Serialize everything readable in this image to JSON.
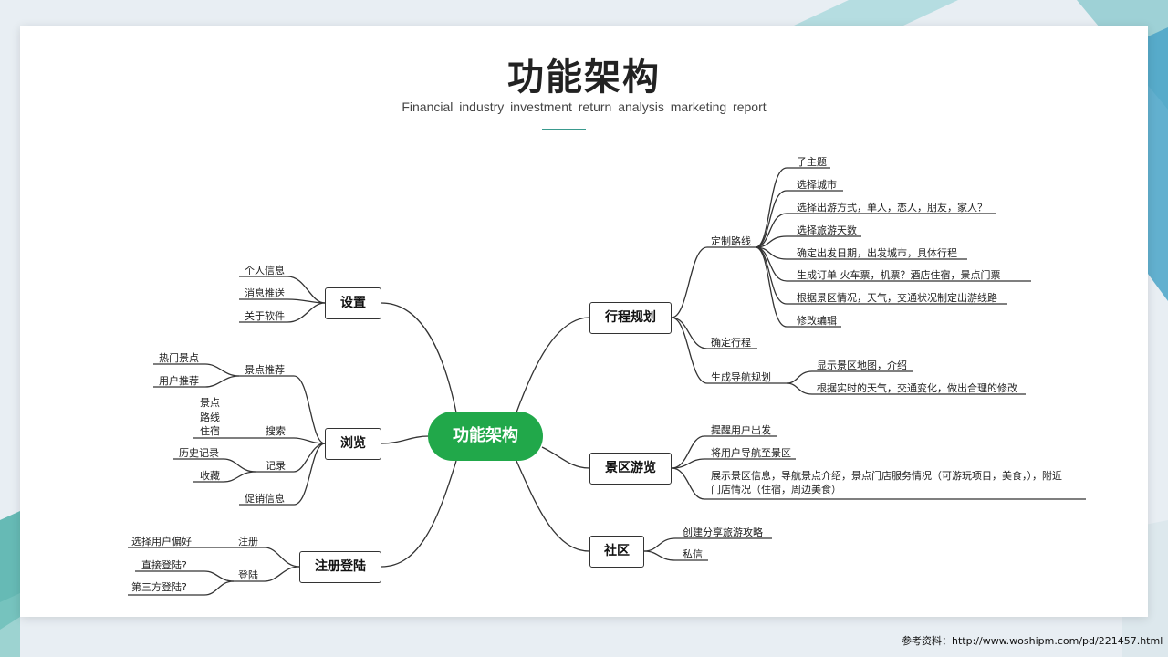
{
  "title": "功能架构",
  "subtitle": "Financial industry investment return analysis marketing report",
  "center": "功能架构",
  "left": [
    {
      "label": "设置",
      "children": [
        {
          "label": "个人信息"
        },
        {
          "label": "消息推送"
        },
        {
          "label": "关于软件"
        }
      ]
    },
    {
      "label": "浏览",
      "children": [
        {
          "label": "景点推荐",
          "children": [
            {
              "label": "热门景点"
            },
            {
              "label": "用户推荐"
            }
          ]
        },
        {
          "label": "搜索",
          "children": [
            {
              "label": "景点"
            },
            {
              "label": "路线"
            },
            {
              "label": "住宿"
            }
          ]
        },
        {
          "label": "记录",
          "children": [
            {
              "label": "历史记录"
            },
            {
              "label": "收藏"
            }
          ]
        },
        {
          "label": "促销信息"
        }
      ]
    },
    {
      "label": "注册登陆",
      "children": [
        {
          "label": "注册",
          "children": [
            {
              "label": "选择用户偏好"
            }
          ]
        },
        {
          "label": "登陆",
          "children": [
            {
              "label": "直接登陆?"
            },
            {
              "label": "第三方登陆?"
            }
          ]
        }
      ]
    }
  ],
  "right": [
    {
      "label": "行程规划",
      "children": [
        {
          "label": "定制路线",
          "children": [
            {
              "label": "子主题"
            },
            {
              "label": "选择城市"
            },
            {
              "label": "选择出游方式，单人，恋人，朋友，家人？"
            },
            {
              "label": "选择旅游天数"
            },
            {
              "label": "确定出发日期，出发城市，具体行程"
            },
            {
              "label": "生成订单 火车票，机票？酒店住宿，景点门票"
            },
            {
              "label": "根据景区情况，天气，交通状况制定出游线路"
            },
            {
              "label": "修改编辑"
            }
          ]
        },
        {
          "label": "确定行程"
        },
        {
          "label": "生成导航规划",
          "children": [
            {
              "label": "显示景区地图，介绍"
            },
            {
              "label": "根据实时的天气，交通变化，做出合理的修改"
            }
          ]
        }
      ]
    },
    {
      "label": "景区游览",
      "children": [
        {
          "label": "提醒用户出发"
        },
        {
          "label": "将用户导航至景区"
        },
        {
          "label": "展示景区信息，导航景点介绍，景点门店服务情况（可游玩项目，美食，），附近",
          "label2": "门店情况（住宿，周边美食）"
        }
      ]
    },
    {
      "label": "社区",
      "children": [
        {
          "label": "创建分享旅游攻略"
        },
        {
          "label": "私信"
        }
      ]
    }
  ],
  "reference": "参考资料：http://www.woshipm.com/pd/221457.html",
  "colors": {
    "center": "#21a84a",
    "accent": "#3a9a8e",
    "line": "#333333"
  }
}
